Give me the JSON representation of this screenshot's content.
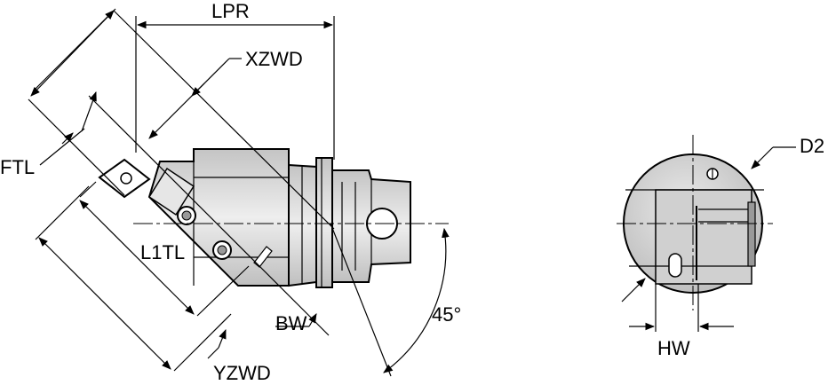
{
  "labels": {
    "lpr": "LPR",
    "xzwd": "XZWD",
    "ftl": "FTL",
    "l1tl": "L1TL",
    "bw": "BW",
    "angle": "45°",
    "yzwd": "YZWD",
    "d2": "D2",
    "hw": "HW"
  },
  "colors": {
    "body_fill": "#d8d8d8",
    "line": "#000000",
    "background": "#ffffff"
  }
}
